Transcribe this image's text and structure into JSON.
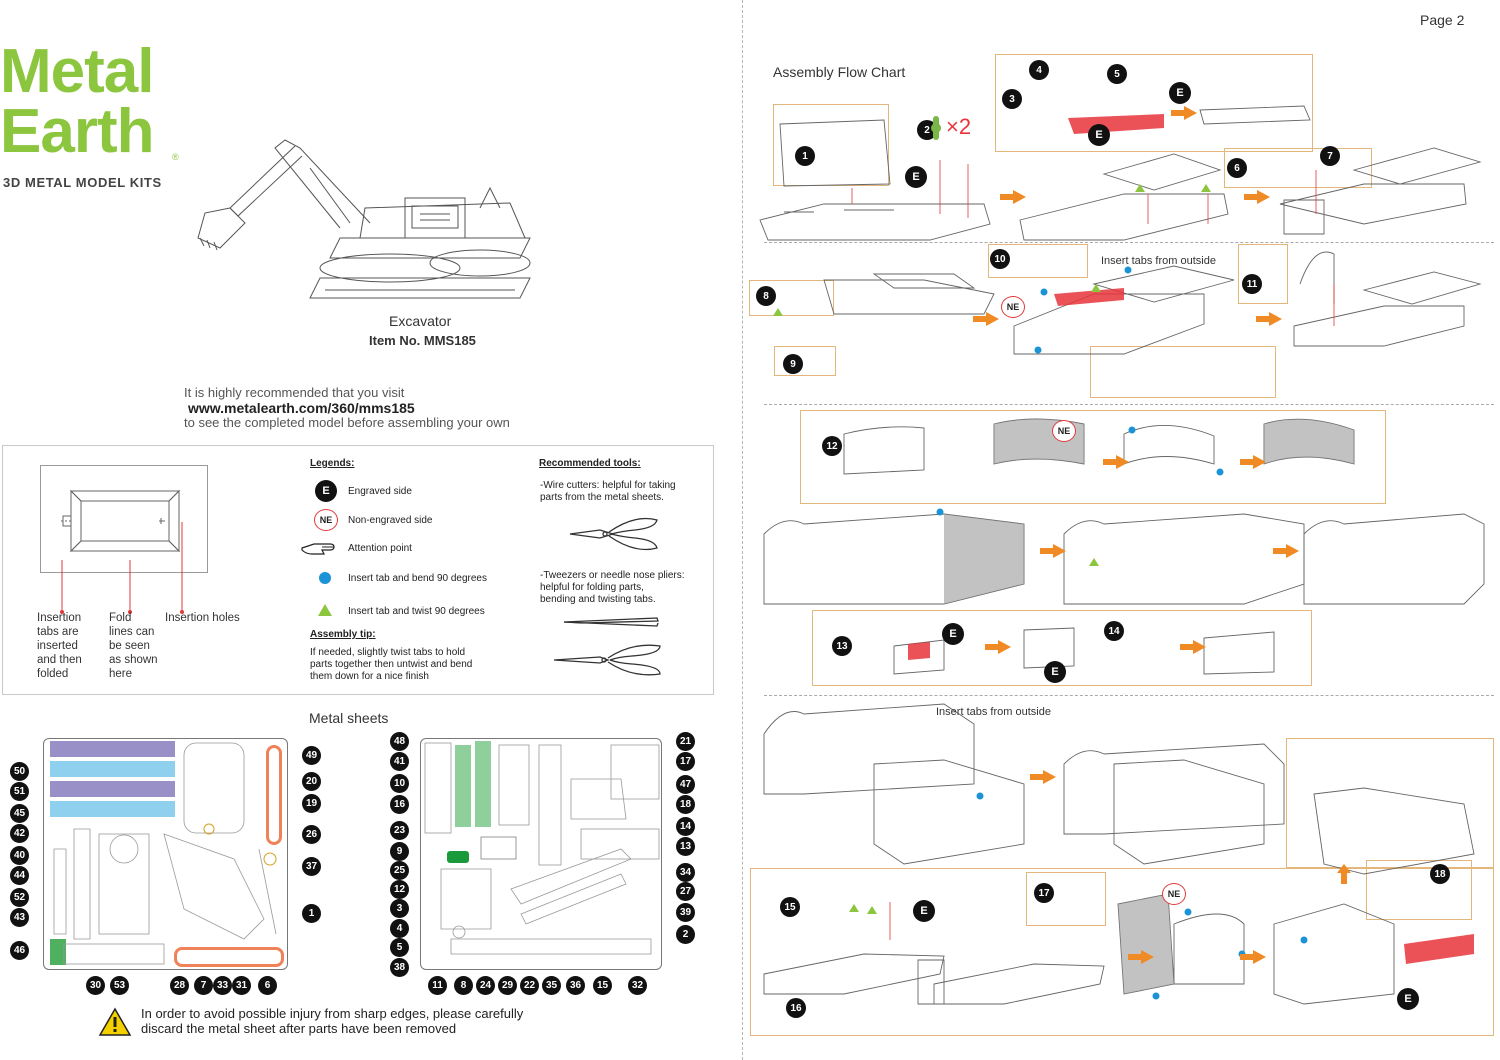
{
  "brand": {
    "line1": "Metal",
    "line2": "Earth",
    "registered": "®",
    "tagline": "3D METAL MODEL KITS"
  },
  "model": {
    "name": "Excavator",
    "item_no": "Item  No. MMS185"
  },
  "visit": {
    "line1": "It is highly recommended that you visit",
    "url": "www.metalearth.com/360/mms185",
    "line2": "to see the completed model before assembling your own"
  },
  "demo_labels": {
    "insertion_tabs": [
      "Insertion",
      "tabs are",
      "inserted",
      "and then",
      "folded"
    ],
    "fold_lines": [
      "Fold",
      "lines can",
      "be seen",
      "as shown",
      "here"
    ],
    "insertion_holes": "Insertion holes"
  },
  "legends": {
    "heading": "Legends:",
    "engraved_badge": "E",
    "engraved": "Engraved side",
    "non_engraved_badge": "NE",
    "non_engraved": "Non-engraved side",
    "attention": "Attention point",
    "bend90": "Insert tab and bend 90 degrees",
    "twist90": "Insert tab and twist 90 degrees",
    "tip_heading": "Assembly tip:",
    "tip_lines": [
      "If needed, slightly twist tabs to hold",
      "parts together then untwist and bend",
      "them down for a nice finish"
    ]
  },
  "tools": {
    "heading": "Recommended tools:",
    "wire_cutters": [
      "-Wire cutters: helpful for taking",
      " parts from the metal sheets."
    ],
    "tweezers": [
      "-Tweezers or needle nose pliers:",
      " helpful for folding parts,",
      " bending and twisting tabs."
    ]
  },
  "sheets": {
    "title": "Metal sheets",
    "sheet1_left": [
      "50",
      "51",
      "45",
      "42",
      "40",
      "44",
      "52",
      "43",
      "46"
    ],
    "sheet1_right": [
      "49",
      "20",
      "19",
      "26",
      "37",
      "1"
    ],
    "sheet1_bottom": [
      "30",
      "53",
      "28",
      "7",
      "33",
      "31",
      "6"
    ],
    "sheet2_left": [
      "48",
      "41",
      "10",
      "16",
      "23",
      "9",
      "25",
      "12",
      "3",
      "4",
      "5",
      "38"
    ],
    "sheet2_right": [
      "21",
      "17",
      "47",
      "18",
      "14",
      "13",
      "34",
      "27",
      "39",
      "2"
    ],
    "sheet2_bottom": [
      "11",
      "8",
      "24",
      "29",
      "22",
      "35",
      "36",
      "15",
      "32"
    ]
  },
  "warning": {
    "line1": "In order to avoid possible injury from sharp edges, please carefully",
    "line2": "discard the metal sheet after parts have been removed"
  },
  "page2": {
    "page_no": "Page 2",
    "flow_title": "Assembly Flow Chart",
    "step_e": "E",
    "step_ne": "NE",
    "times_two": "×2",
    "insert_outside_1": "Insert tabs from outside",
    "insert_outside_2": "Insert tabs from outside",
    "row1_steps": [
      "1",
      "2",
      "3",
      "4",
      "5",
      "6",
      "7"
    ],
    "row2_steps": [
      "8",
      "9",
      "10",
      "11"
    ],
    "row3_steps": [
      "12",
      "13",
      "14"
    ],
    "row4_steps": [
      "15",
      "16",
      "17",
      "18"
    ]
  },
  "colors": {
    "brand_green": "#8cc63f",
    "arrow_orange": "#f08a24",
    "frame": "#e3b77b",
    "part_red": "#e8343b",
    "tab_blue": "#1c93d6",
    "tab_green": "#8cc63f",
    "sheet_purple": "#9a90c8",
    "sheet_cyan": "#8fd0ee",
    "sheet_orange": "#f0825a",
    "sheet_green": "#8fcf9c"
  }
}
